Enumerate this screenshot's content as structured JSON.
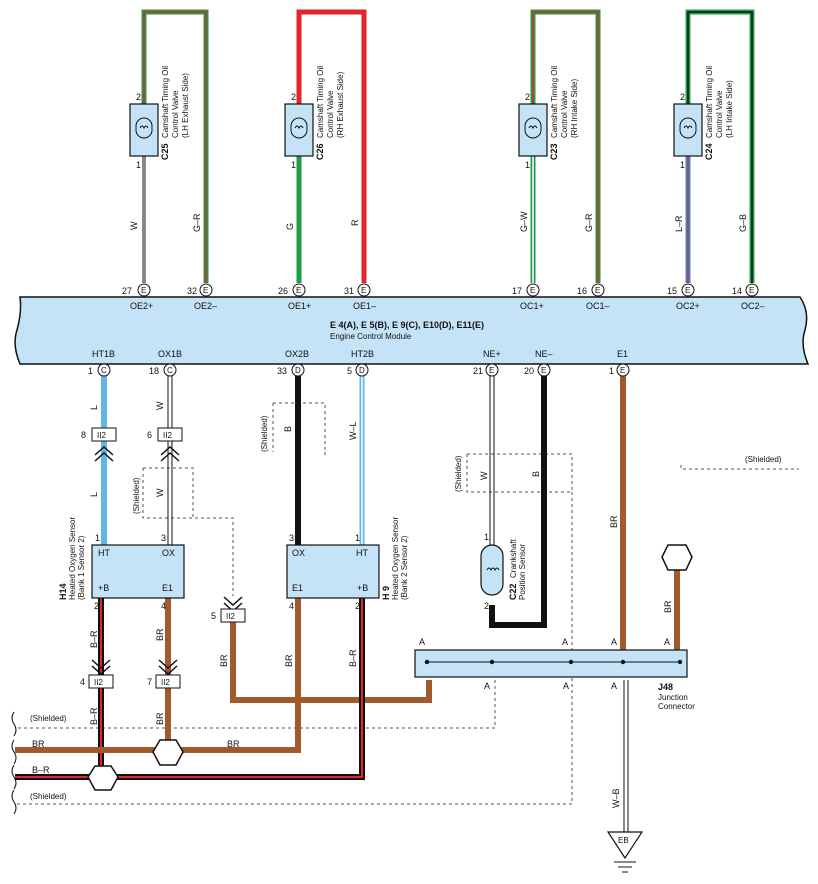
{
  "ecm": {
    "connectors": "E 4(A), E 5(B), E 9(C), E10(D), E11(E)",
    "name": "Engine Control Module",
    "top_pins": [
      {
        "num": "27",
        "conn": "E",
        "label": "OE2+"
      },
      {
        "num": "32",
        "conn": "E",
        "label": "OE2–"
      },
      {
        "num": "26",
        "conn": "E",
        "label": "OE1+"
      },
      {
        "num": "31",
        "conn": "E",
        "label": "OE1–"
      },
      {
        "num": "17",
        "conn": "E",
        "label": "OC1+"
      },
      {
        "num": "16",
        "conn": "E",
        "label": "OC1–"
      },
      {
        "num": "15",
        "conn": "E",
        "label": "OC2+"
      },
      {
        "num": "14",
        "conn": "E",
        "label": "OC2–"
      }
    ],
    "bottom_pins": [
      {
        "num": "1",
        "conn": "C",
        "label": "HT1B"
      },
      {
        "num": "18",
        "conn": "C",
        "label": "OX1B"
      },
      {
        "num": "33",
        "conn": "D",
        "label": "OX2B"
      },
      {
        "num": "5",
        "conn": "D",
        "label": "HT2B"
      },
      {
        "num": "21",
        "conn": "E",
        "label": "NE+"
      },
      {
        "num": "20",
        "conn": "E",
        "label": "NE–"
      },
      {
        "num": "1",
        "conn": "E",
        "label": "E1"
      }
    ]
  },
  "valves": [
    {
      "id": "C25",
      "name": "Camshaft Timing Oil",
      "name2": "Control Valve",
      "side": "(LH Exhaust Side)",
      "pin_top": "2",
      "pin_bottom": "1",
      "wire_plus": "W",
      "wire_minus": "G–R"
    },
    {
      "id": "C26",
      "name": "Camshaft Timing Oil",
      "name2": "Control Valve",
      "side": "(RH Exhaust Side)",
      "pin_top": "2",
      "pin_bottom": "1",
      "wire_plus": "G",
      "wire_minus": "R"
    },
    {
      "id": "C23",
      "name": "Camshaft Timing Oil",
      "name2": "Control Valve",
      "side": "(RH Intake Side)",
      "pin_top": "2",
      "pin_bottom": "1",
      "wire_plus": "G–W",
      "wire_minus": "G–R"
    },
    {
      "id": "C24",
      "name": "Camshaft Timing Oil",
      "name2": "Control Valve",
      "side": "(LH Intake Side)",
      "pin_top": "2",
      "pin_bottom": "1",
      "wire_plus": "L–R",
      "wire_minus": "G–B"
    }
  ],
  "sensors": {
    "h14": {
      "id": "H14",
      "name": "Heated Oxygen Sensor",
      "sub": "(Bank 1 Sensor 2)",
      "pins": {
        "ht": "HT",
        "ox": "OX",
        "b": "+B",
        "e1": "E1"
      },
      "pin_nums": {
        "ht": "1",
        "ox": "3",
        "b": "2",
        "e1": "4"
      }
    },
    "h9": {
      "id": "H 9",
      "name": "Heated Oxygen Sensor",
      "sub": "(Bank 2 Sensor 2)",
      "pins": {
        "ox": "OX",
        "ht": "HT",
        "e1": "E1",
        "b": "+B"
      },
      "pin_nums": {
        "ox": "3",
        "ht": "1",
        "e1": "4",
        "b": "2"
      }
    },
    "c22": {
      "id": "C22",
      "name": "Crankshaft",
      "sub": "Position Sensor",
      "pin_top": "1",
      "pin_bottom": "2"
    }
  },
  "connector_ii2": {
    "label": "II2",
    "pins": [
      "8",
      "6",
      "5",
      "4",
      "7"
    ]
  },
  "wires": {
    "ht1b": "L",
    "ht1b_lower": "L",
    "ox1b": "W",
    "ox1b_lower": "W",
    "ox2b": "B",
    "ht2b": "W–L",
    "ne_plus": "W",
    "ne_minus": "B",
    "e1": "BR",
    "h14_b": "B–R",
    "h14_e1": "BR",
    "ii2_5": "BR",
    "h9_e1": "BR",
    "h9_b": "B–R",
    "h14_b_lower": "B–R",
    "h14_e1_lower": "BR",
    "bus_br": "BR",
    "bus_br2": "BR",
    "bus_br_right": "BR",
    "bus_br_left": "BR",
    "bus_br_shield": "BR",
    "bus_br_bottom": "B–R",
    "ground": "W–B"
  },
  "shield_label": "(Shielded)",
  "junction": {
    "id": "J48",
    "name": "Junction",
    "name2": "Connector",
    "pin_label": "A"
  },
  "ground": {
    "label": "EB"
  },
  "colors": {
    "ecm_fill": "#c5e3f6",
    "green": "#1e9c49",
    "red": "#e2262d",
    "blue": "#2e8fd8",
    "light_blue": "#62b7e6",
    "brown": "#a25a2c",
    "black": "#111111",
    "dash": "#555555"
  }
}
